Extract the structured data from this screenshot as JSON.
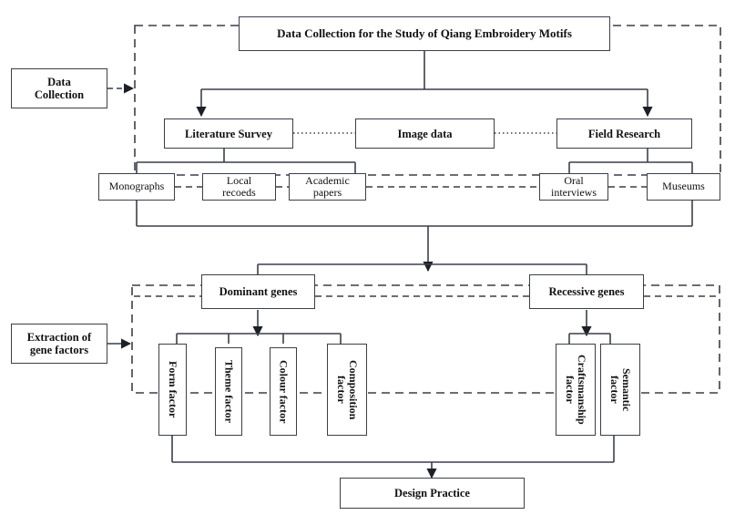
{
  "diagram": {
    "title_box": {
      "label": "Data Collection for the Study of Qiang Embroidery Motifs"
    },
    "stage_labels": [
      {
        "name": "data-collection",
        "line1": "Data",
        "line2": "Collection"
      },
      {
        "name": "extraction-of-gene-factors",
        "line1": "Extraction of",
        "line2": "gene factors"
      }
    ],
    "method_boxes": [
      {
        "label": "Literature  Survey"
      },
      {
        "label": "Image data"
      },
      {
        "label": "Field Research"
      }
    ],
    "source_boxes": [
      {
        "label": "Monographs"
      },
      {
        "line1": "Local",
        "line2": "recoeds"
      },
      {
        "line1": "Academic",
        "line2": "papers"
      },
      {
        "line1": "Oral",
        "line2": "interviews"
      },
      {
        "label": "Museums"
      }
    ],
    "gene_boxes": [
      {
        "label": "Dominant genes"
      },
      {
        "label": "Recessive genes"
      }
    ],
    "factor_boxes": [
      {
        "label": "Form factor",
        "group": "dominant"
      },
      {
        "label": "Theme factor",
        "group": "dominant"
      },
      {
        "label": "Colour factor",
        "group": "dominant"
      },
      {
        "line1": "Composition",
        "line2": "factor",
        "group": "dominant"
      },
      {
        "line1": "Craftsmanship",
        "line2": "factor",
        "group": "recessive"
      },
      {
        "line1": "Semantic",
        "line2": "factor",
        "group": "recessive"
      }
    ],
    "outcome_box": {
      "label": "Design Practice"
    },
    "colors": {
      "stroke": "#3a3f49",
      "text": "#111111",
      "background": "#ffffff"
    }
  }
}
